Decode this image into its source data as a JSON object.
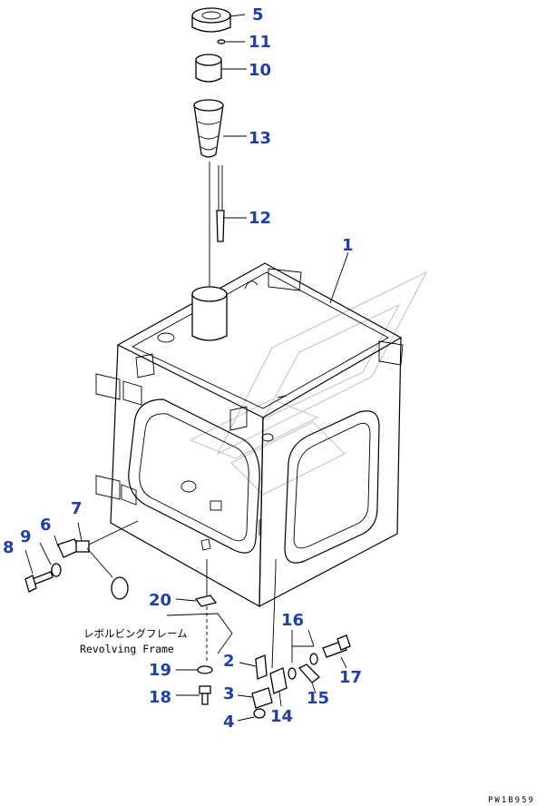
{
  "callouts": {
    "c1": "1",
    "c2": "2",
    "c3": "3",
    "c4": "4",
    "c5": "5",
    "c6": "6",
    "c7": "7",
    "c8": "8",
    "c9": "9",
    "c10": "10",
    "c11": "11",
    "c12": "12",
    "c13": "13",
    "c14": "14",
    "c15": "15",
    "c16": "16",
    "c17": "17",
    "c18": "18",
    "c19": "19",
    "c20": "20"
  },
  "note": {
    "jp": "レボルビングフレーム",
    "en": "Revolving Frame"
  },
  "drawing_code": "PW1B959",
  "colors": {
    "callout": "#1f3fa6",
    "line": "#000000",
    "watermark": "#c8c8c8"
  }
}
